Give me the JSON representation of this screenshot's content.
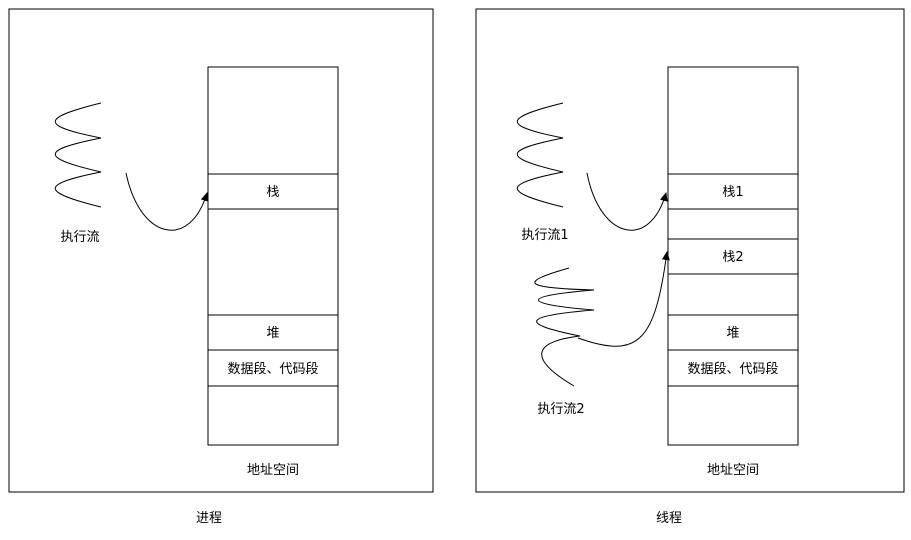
{
  "process": {
    "caption": "进程",
    "flow_label": "执行流",
    "segments": {
      "stack": "栈",
      "heap": "堆",
      "data_code": "数据段、代码段"
    },
    "address_space_label": "地址空间"
  },
  "thread": {
    "caption": "线程",
    "flow1_label": "执行流1",
    "flow2_label": "执行流2",
    "segments": {
      "stack1": "栈1",
      "stack2": "栈2",
      "heap": "堆",
      "data_code": "数据段、代码段"
    },
    "address_space_label": "地址空间"
  }
}
